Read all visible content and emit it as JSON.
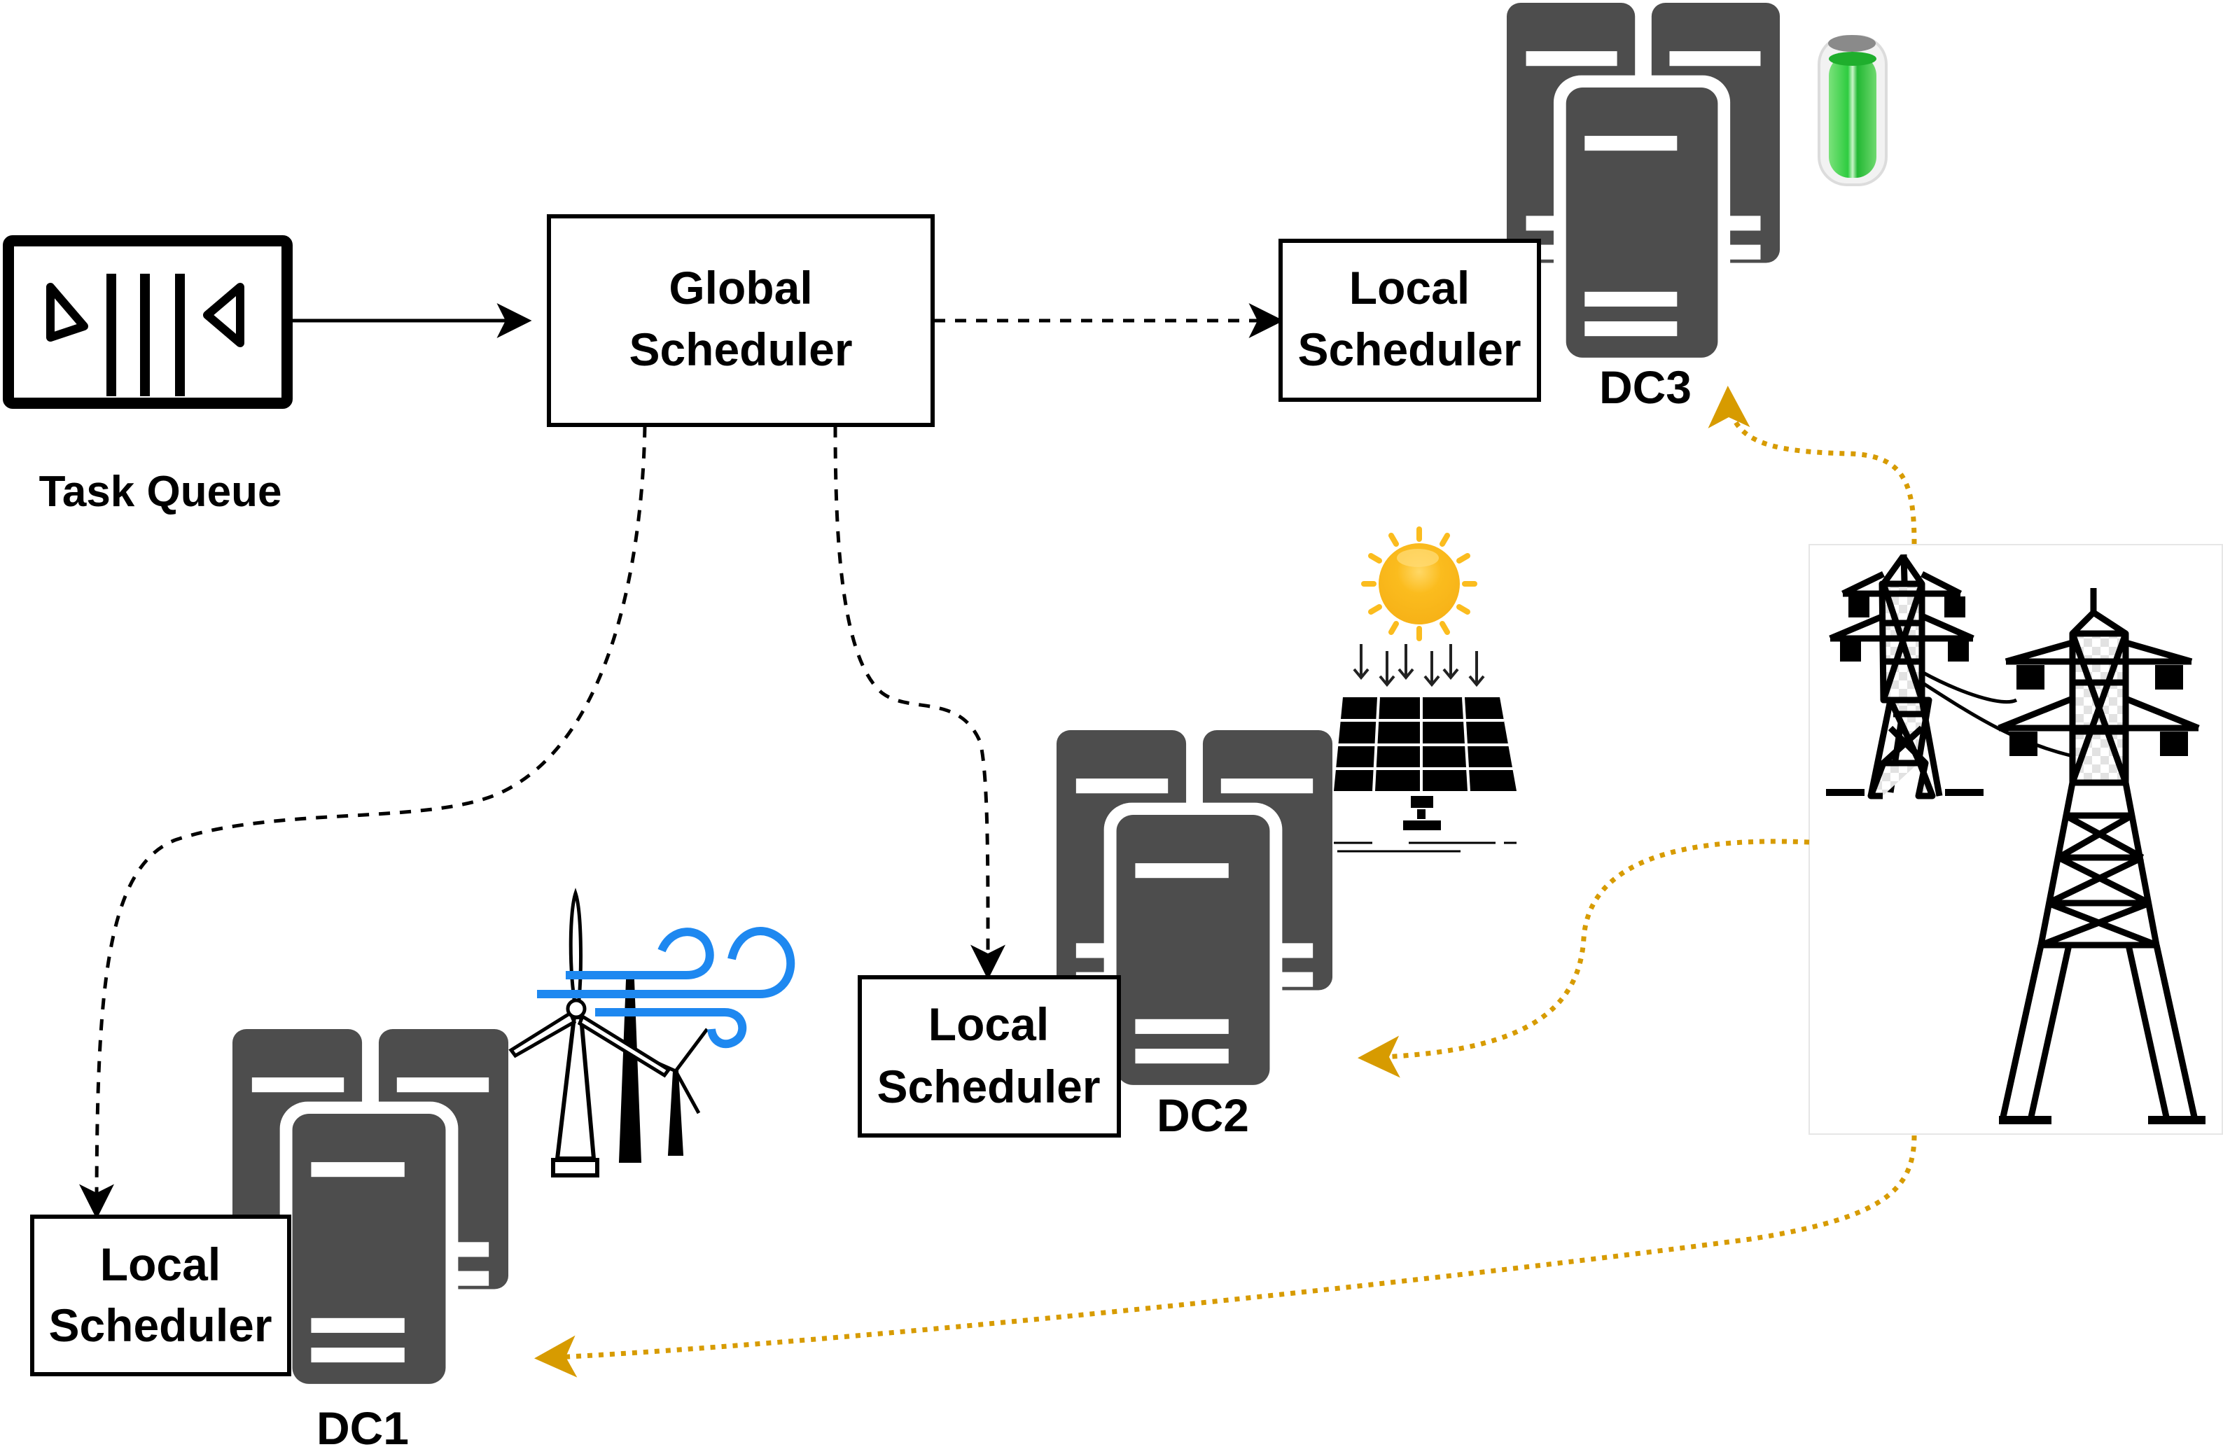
{
  "diagram": {
    "task_queue": {
      "label": "Task Queue",
      "icon": "queue-icon"
    },
    "global_scheduler": {
      "line1": "Global",
      "line2": "Scheduler"
    },
    "datacenters": [
      {
        "id": "DC1",
        "label": "DC1",
        "scheduler": {
          "line1": "Local",
          "line2": "Scheduler"
        },
        "energy_source": "wind-turbine-icon"
      },
      {
        "id": "DC2",
        "label": "DC2",
        "scheduler": {
          "line1": "Local",
          "line2": "Scheduler"
        },
        "energy_source": "solar-panel-icon"
      },
      {
        "id": "DC3",
        "label": "DC3",
        "scheduler": {
          "line1": "Local",
          "line2": "Scheduler"
        },
        "energy_source": "battery-icon"
      }
    ],
    "grid": {
      "icon": "transmission-tower-icon"
    },
    "edges": [
      {
        "from": "Task Queue",
        "to": "Global Scheduler",
        "style": "solid"
      },
      {
        "from": "Global Scheduler",
        "to": "DC3 Local Scheduler",
        "style": "dashed"
      },
      {
        "from": "Global Scheduler",
        "to": "DC2 Local Scheduler",
        "style": "dashed"
      },
      {
        "from": "Global Scheduler",
        "to": "DC1 Local Scheduler",
        "style": "dashed"
      },
      {
        "from": "Power Grid",
        "to": "DC3",
        "style": "dotted"
      },
      {
        "from": "Power Grid",
        "to": "DC2",
        "style": "dotted"
      },
      {
        "from": "Power Grid",
        "to": "DC1",
        "style": "dotted"
      }
    ],
    "colors": {
      "server": "#4d4d4d",
      "power_flow": "#d79b00",
      "wind": "#1e88f0",
      "sun": "#fbbc1e",
      "battery": "#2ecc40"
    }
  }
}
